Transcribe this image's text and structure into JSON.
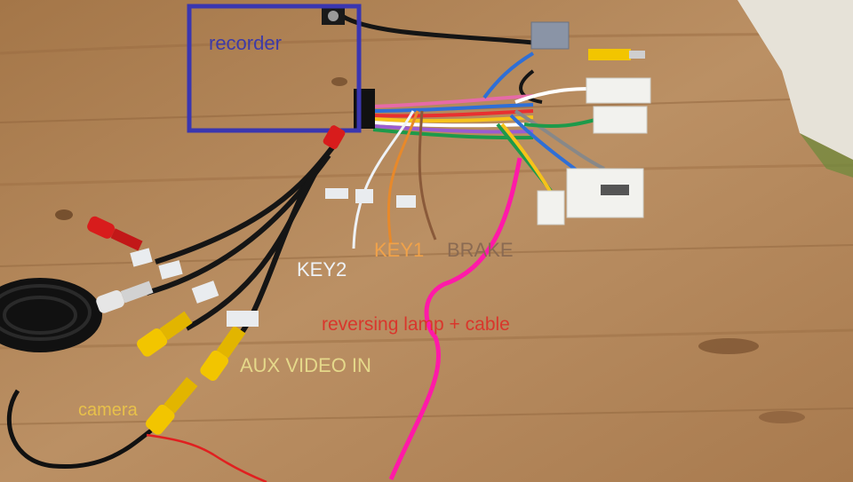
{
  "annotations": {
    "recorder": "recorder",
    "key2": "KEY2",
    "key1": "KEY1",
    "brake": "BRAKE",
    "reversing": "reversing lamp + cable",
    "aux_video_in": "AUX VIDEO IN",
    "camera": "camera"
  },
  "colors": {
    "wood": "#b5895c",
    "recorder_box": "#3a36b0",
    "reversing_wire": "#ff1aa8",
    "red_wire": "#e02020",
    "rca_yellow": "#f2c500",
    "rca_red": "#d81c1c",
    "connector_white": "#f2f2ee"
  }
}
